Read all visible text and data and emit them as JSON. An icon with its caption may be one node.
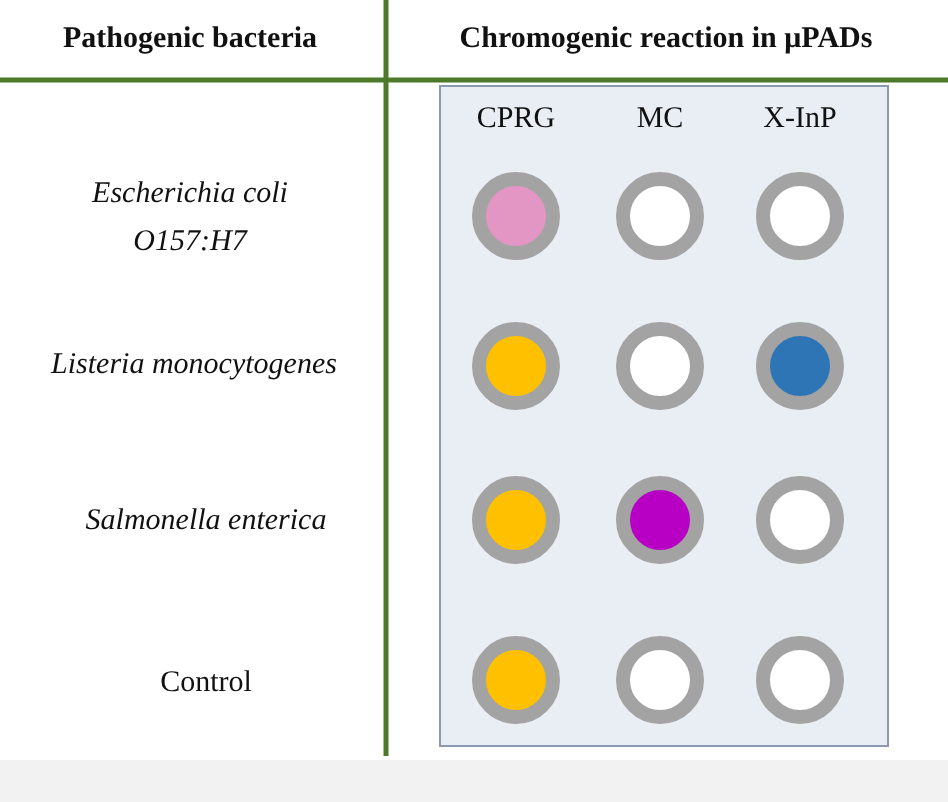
{
  "diagram": {
    "labels": [
      "Pathogenic bacteria",
      "Chromogenic reaction in μPADs",
      "CPRG",
      "MC",
      "X-InP",
      "Escherichia coli O157:H7",
      "Listeria monocytogenes",
      "Salmonella enterica",
      "Control"
    ]
  }
}
